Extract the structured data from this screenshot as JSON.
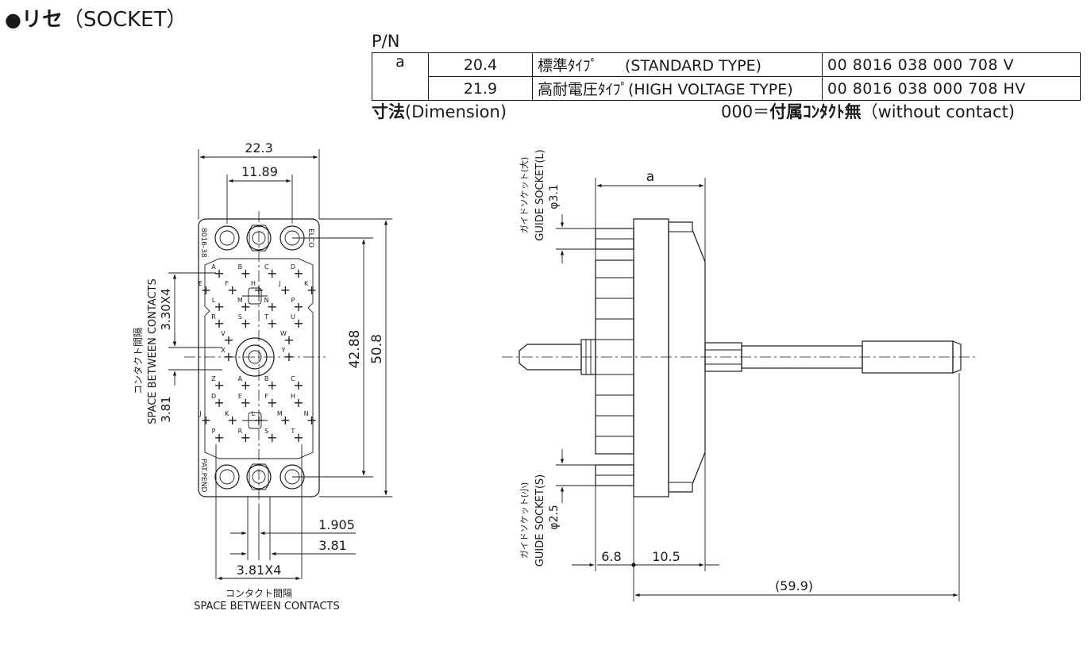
{
  "title": {
    "mark": "●",
    "jp": "リセ",
    "en": "（SOCKET）"
  },
  "pn": {
    "label": "P/N",
    "header_a": "a",
    "rows": [
      {
        "a": "20.4",
        "type_jp": "標準ﾀｲﾌﾟ",
        "type_en": "(STANDARD TYPE)",
        "part": "00 8016 038 000 708 V"
      },
      {
        "a": "21.9",
        "type_jp": "高耐電圧ﾀｲﾌﾟ",
        "type_en": "(HIGH VOLTAGE TYPE)",
        "part": "00 8016 038 000 708 HV"
      }
    ]
  },
  "dimension": {
    "jp": "寸法",
    "en": "(Dimension)"
  },
  "note": {
    "code": "000＝",
    "jp": "付属ｺﾝﾀｸﾄ無",
    "en": "（without contact)"
  },
  "front_view": {
    "dims": {
      "width_total": "22.3",
      "width_inner": "11.89",
      "height_inner": "42.88",
      "height_total": "50.8",
      "pitch_v": "3.30X4",
      "pitch_small": "3.81",
      "h_pitch_small": "1.905",
      "h_pitch": "3.81",
      "h_pitch_total": "3.81X4"
    },
    "labels": {
      "space_jp": "コンタクト間隔",
      "space_en": "SPACE BETWEEN CONTACTS",
      "mark_top": "8016-38",
      "mark_brand": "ELCO",
      "mark_pat": "PAT.PEND"
    },
    "contacts_top": [
      [
        "A",
        "B",
        "C",
        "D"
      ],
      [
        "E",
        "F",
        "H",
        "J",
        "K"
      ],
      [
        "L",
        "M",
        "N",
        "P"
      ],
      [
        "R",
        "S",
        "T",
        "U"
      ],
      [
        "V",
        "W"
      ],
      [
        "X",
        "Y"
      ]
    ],
    "contacts_bottom": [
      [
        "Z",
        "A",
        "B",
        "C"
      ],
      [
        "D",
        "E",
        "F",
        "H"
      ],
      [
        "J",
        "K",
        "L",
        "M",
        "N"
      ],
      [
        "P",
        "R",
        "S",
        "T"
      ]
    ]
  },
  "side_view": {
    "dims": {
      "a": "a",
      "guide_l_dia": "φ3.1",
      "guide_s_dia": "φ2.5",
      "d1": "6.8",
      "d2": "10.5",
      "length": "(59.9)"
    },
    "labels": {
      "guide_l_jp": "ガイドソケット(大)",
      "guide_l_en": "GUIDE SOCKET(L)",
      "guide_s_jp": "ガイドソケット(小)",
      "guide_s_en": "GUIDE SOCKET(S)"
    }
  }
}
